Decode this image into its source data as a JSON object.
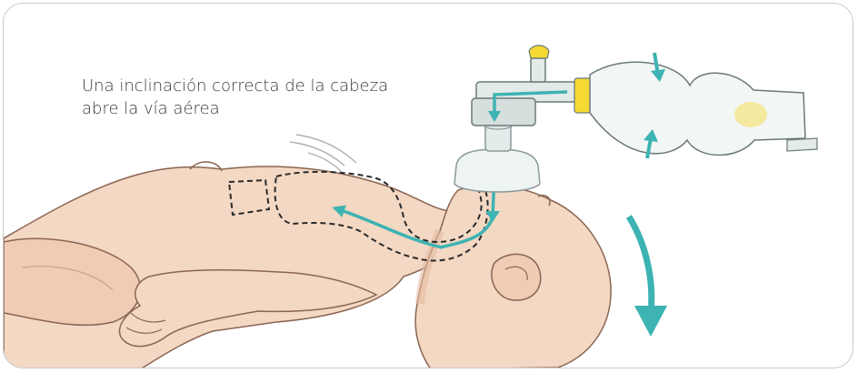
{
  "caption": {
    "line1": "Una inclinación correcta de la cabeza",
    "line2": "abre la vía aérea"
  },
  "colors": {
    "skin": "#f3d8c4",
    "skin_shadow": "#e4bba1",
    "outline": "#7a5a4a",
    "arrow": "#3db3b3",
    "valve_yellow": "#f5d832",
    "border": "#c9c9c9"
  },
  "icons": [
    "infant-figure",
    "bag-valve-mask",
    "airflow-arrow",
    "head-tilt-arrow",
    "squeeze-arrow"
  ]
}
